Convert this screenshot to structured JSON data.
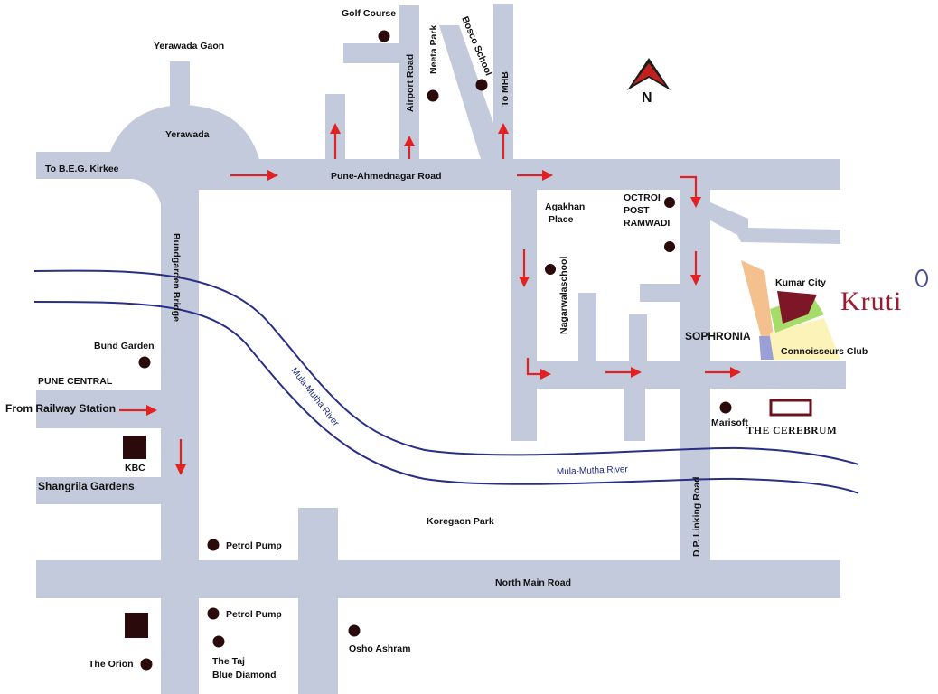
{
  "colors": {
    "road": "#c3cadc",
    "river": "#2a2f86",
    "arrow": "#e22222",
    "marker": "#2a0a0a",
    "brand": "#9a1c30",
    "plot_orange": "#f3c08e",
    "plot_green": "#a6dd6a",
    "plot_yellow": "#fbf3b8",
    "plot_purple": "#9aa0d6",
    "plot_maroon": "#7d1728"
  },
  "compass": {
    "letter": "N",
    "icon": "north-arrow-icon"
  },
  "roads": {
    "pune_ahmednagar": "Pune-Ahmednagar Road",
    "airport": "Airport Road",
    "to_mhb": "To MHB",
    "to_beg_kirkee": "To B.E.G. Kirkee",
    "bundgarden_bridge": "Bundgarden Bridge",
    "north_main": "North Main Road",
    "dp_linking": "D.P. Linking Road",
    "from_railway_station": "From Railway Station"
  },
  "areas": {
    "yerawada_gaon": "Yerawada Gaon",
    "yerawada": "Yerawada",
    "pune_central": "PUNE CENTRAL",
    "koregaon_park": "Koregaon Park",
    "shangrila_gardens": "Shangrila Gardens",
    "agakhan_place": [
      "Agakhan",
      "Place"
    ],
    "octroi_post": [
      "OCTROI",
      "POST",
      "RAMWADI"
    ]
  },
  "rivers": [
    "Mula-Mutha River",
    "Mula-Mutha River"
  ],
  "landmarks": {
    "golf_course": "Golf Course",
    "neeta_park": "Neeta Park",
    "bosco_school": "Bosco School",
    "nagarwala_school": "Nagarwalaschool",
    "bund_garden": "Bund Garden",
    "kbc": "KBC",
    "petrol_pump_1": "Petrol Pump",
    "petrol_pump_2": "Petrol Pump",
    "taj_blue_diamond": [
      "The Taj",
      "Blue Diamond"
    ],
    "the_orion": "The Orion",
    "osho_ashram": "Osho Ashram",
    "marisoft": "Marisoft",
    "the_cerebrum": "THE CEREBRUM",
    "kumar_city": "Kumar City",
    "sophronia": "SOPHRONIA",
    "connoisseurs_club": "Connoisseurs Club"
  },
  "brand": {
    "name": "Kruti"
  }
}
